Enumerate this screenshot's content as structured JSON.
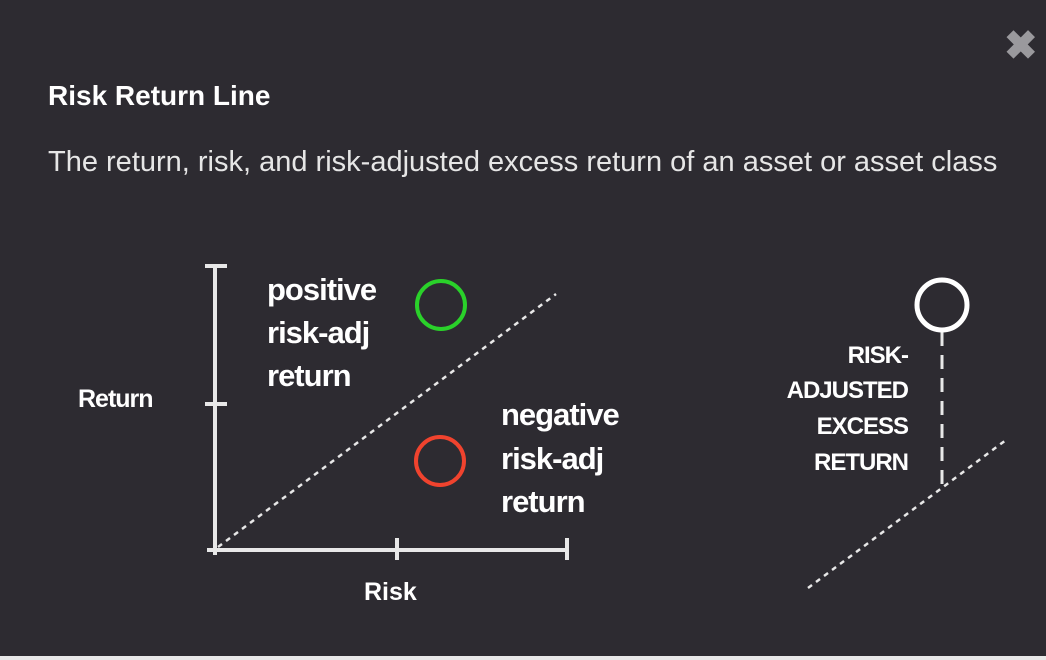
{
  "popup": {
    "close_icon": "close-x-icon",
    "title": "Risk Return Line",
    "description": "The return, risk, and risk-adjusted excess return of an asset or asset class"
  },
  "diagram": {
    "y_axis_label": "Return",
    "x_axis_label": "Risk",
    "positive": [
      "positive",
      "risk-adj",
      "return"
    ],
    "negative": [
      "negative",
      "risk-adj",
      "return"
    ],
    "excess": [
      "RISK-",
      "ADJUSTED",
      "EXCESS",
      "RETURN"
    ],
    "colors": {
      "positive": "#2ad12a",
      "negative": "#f0432e",
      "neutral": "#ffffff",
      "background": "#2d2b31"
    }
  }
}
